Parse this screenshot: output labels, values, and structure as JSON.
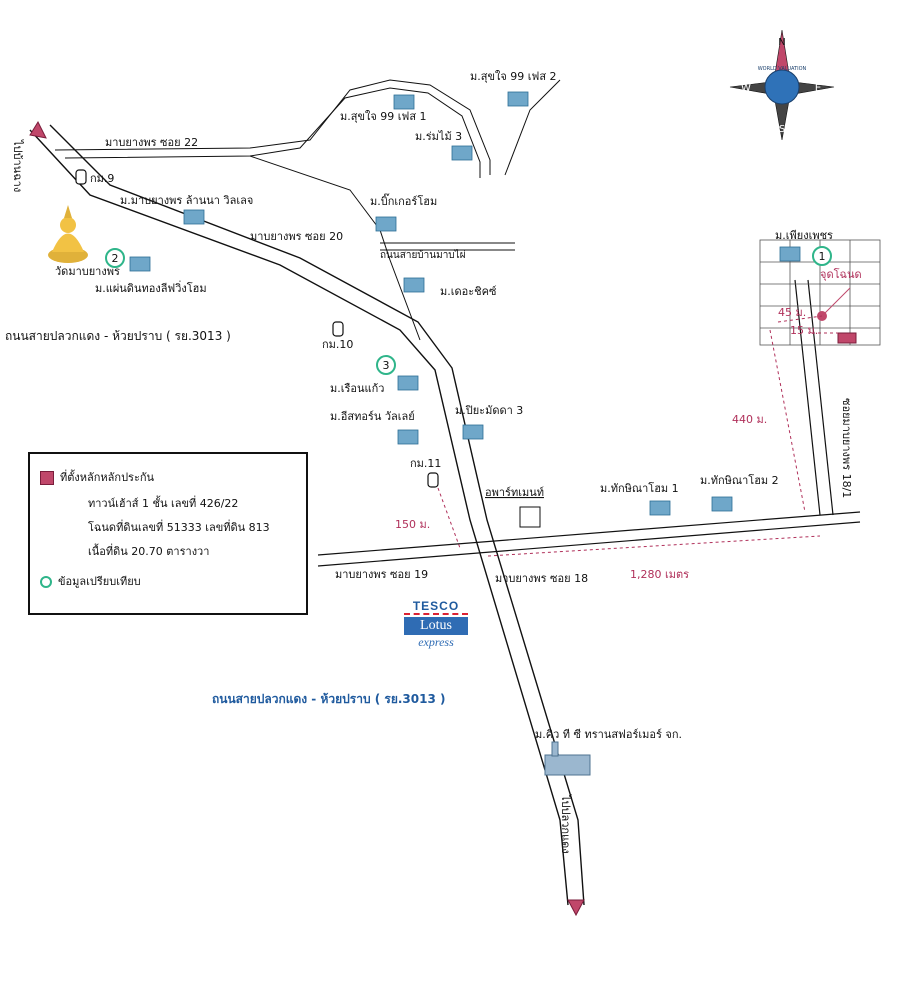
{
  "compass": {
    "n": "N",
    "s": "S",
    "e": "E",
    "w": "W",
    "badge": "WORLD VALUATION"
  },
  "roads": {
    "soi22": "มาบยางพร ซอย 22",
    "soi20": "มาบยางพร ซอย 20",
    "soi19": "มาบยางพร ซอย 19",
    "soi18": "มาบยางพร ซอย 18",
    "soi18_1": "ซอยมาบยางพร 18/1",
    "to_pluak": "ไปปลวกแดง",
    "to_ban_chang": "ไปบ้านฉาง",
    "bypass": "ถนนสายบ้านมาบไผ่",
    "main_upper": "ถนนสายปลวกแดง - ห้วยปราบ ( รย.3013 )",
    "main_lower": "ถนนสายปลวกแดง - ห้วยปราบ ( รย.3013 )"
  },
  "km": {
    "km9": "กม.9",
    "km10": "กม.10",
    "km11": "กม.11"
  },
  "places": {
    "temple": "วัดมาบยางพร",
    "suksai99_2": "ม.สุขใจ 99 เฟส 2",
    "suksai99_1": "ม.สุขใจ 99 เฟส 1",
    "rommai3": "ม.ร่มไม้ 3",
    "maplanna": "ม.มาบยางพร ล้านนา วิลเลจ",
    "bigger": "ม.บิ๊กเกอร์โฮม",
    "phaendin": "ม.แผ่นดินทองลีฟวิ่งโฮม",
    "deuchic": "ม.เดอะชิคซ์",
    "rueanruek": "ม.เรือนแก้ว",
    "isavanlee": "ม.อีสทอร์น วัลเลย์",
    "piyamat3": "ม.ปิยะมัดดา 3",
    "thiangphet": "ม.เพียงเพชร",
    "takkhinaa1": "ม.ทักษิณาโฮม 1",
    "takkhinaa2": "ม.ทักษิณาโฮม 2",
    "apartment": "อพาร์ทเมนท์",
    "factory": "ม.คิว ที ซี ทรานสฟอร์เมอร์ จก.",
    "subject": "จุดโฉนด"
  },
  "markers": {
    "m1": "1",
    "m2": "2",
    "m3": "3"
  },
  "distances": {
    "d45": "45 ม.",
    "d15": "15 ม.",
    "d440": "440 ม.",
    "d150": "150 ม.",
    "d1280": "1,280 เมตร"
  },
  "legend": {
    "title": "ที่ตั้งหลักหลักประกัน",
    "line1": "ทาวน์เฮ้าส์ 1 ชั้น เลขที่ 426/22",
    "line2": "โฉนดที่ดินเลขที่ 51333 เลขที่ดิน 813",
    "line3": "เนื้อที่ดิน 20.70 ตารางวา",
    "comparable": "ข้อมูลเปรียบเทียบ"
  },
  "tesco": {
    "brand": "TESCO",
    "name": "Lotus",
    "sub": "express"
  },
  "colors": {
    "road": "#111111",
    "marker": "#2fb58a",
    "accent": "#b0305a",
    "blue": "#1f5a9e",
    "subject": "#c0476a"
  }
}
